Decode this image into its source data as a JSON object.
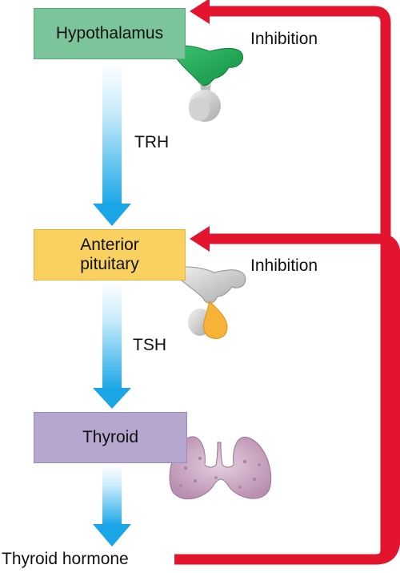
{
  "nodes": {
    "hypothalamus": "Hypothalamus",
    "anterior_pituitary": [
      "Anterior",
      "pituitary"
    ],
    "thyroid": "Thyroid"
  },
  "signals": {
    "trh": "TRH",
    "tsh": "TSH",
    "output": "Thyroid hormone"
  },
  "feedback": {
    "label_top": "Inhibition",
    "label_middle": "Inhibition"
  },
  "colors": {
    "hypothalamus": "#7cc59b",
    "anterior_pituitary": "#f8d161",
    "thyroid": "#b5a7cd",
    "stimulation_arrow": "#1aa6e6",
    "inhibition_arrow": "#e3142d"
  },
  "icons": [
    "hypothalamus-gland-icon",
    "pituitary-gland-icon",
    "thyroid-gland-icon"
  ]
}
